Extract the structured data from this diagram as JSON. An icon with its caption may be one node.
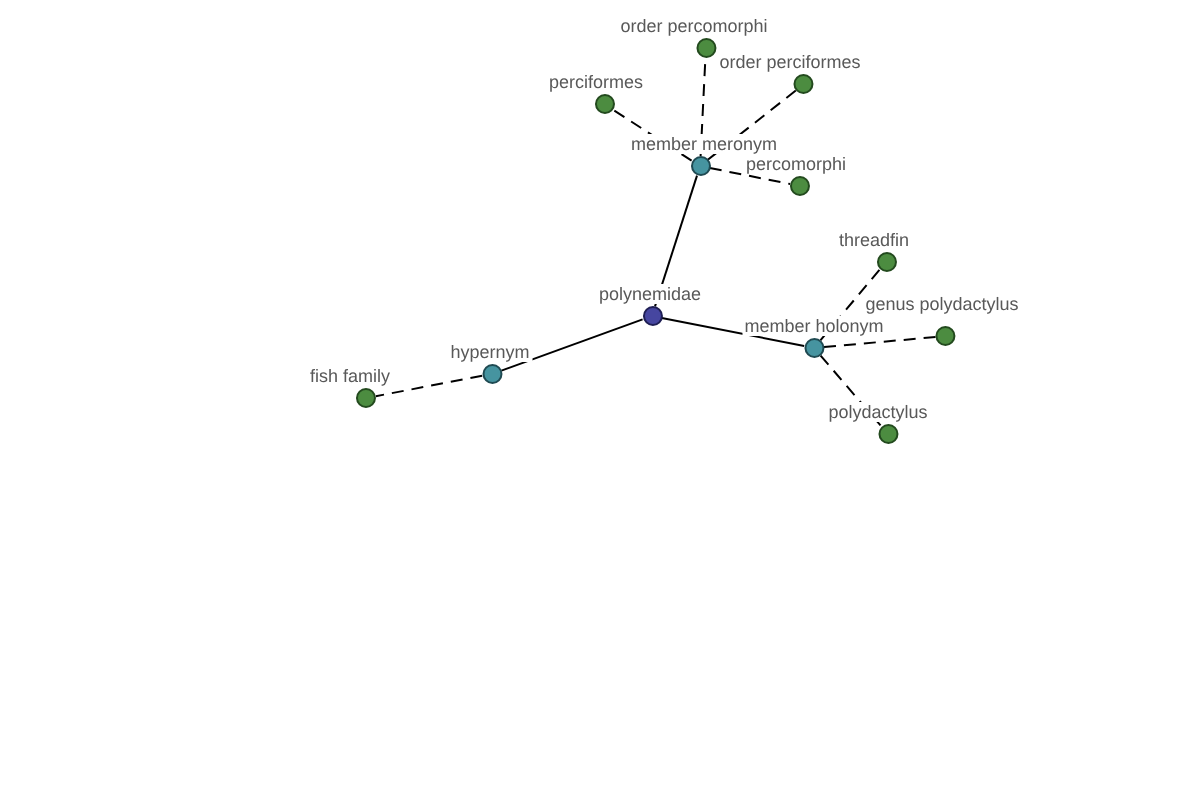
{
  "diagram": {
    "nodes": [
      {
        "text": [
          "polynemidae"
        ]
      },
      {
        "text": [
          "hypernym"
        ]
      },
      {
        "text": [
          "fish family"
        ]
      },
      {
        "text": [
          "member meronym"
        ]
      },
      {
        "text": [
          "perciformes"
        ]
      },
      {
        "text": [
          "order percomorphi"
        ]
      },
      {
        "text": [
          "order perciformes"
        ]
      },
      {
        "text": [
          "percomorphi"
        ]
      },
      {
        "text": [
          "member holonym"
        ]
      },
      {
        "text": [
          "threadfin"
        ]
      },
      {
        "text": [
          "genus polydactylus"
        ]
      },
      {
        "text": [
          "polydactylus"
        ]
      }
    ],
    "edges": [
      {
        "from": 0,
        "to": 1,
        "arrow": "none"
      },
      {
        "from": 1,
        "to": 2,
        "arrow": "none",
        "style": "dashed"
      },
      {
        "from": 0,
        "to": 3,
        "arrow": "none"
      },
      {
        "from": 3,
        "to": 4,
        "arrow": "none",
        "style": "dashed"
      },
      {
        "from": 3,
        "to": 5,
        "arrow": "none",
        "style": "dashed"
      },
      {
        "from": 3,
        "to": 6,
        "arrow": "none",
        "style": "dashed"
      },
      {
        "from": 3,
        "to": 7,
        "arrow": "none",
        "style": "dashed"
      },
      {
        "from": 0,
        "to": 8,
        "arrow": "none"
      },
      {
        "from": 8,
        "to": 9,
        "arrow": "none",
        "style": "dashed"
      },
      {
        "from": 8,
        "to": 10,
        "arrow": "none",
        "style": "dashed"
      },
      {
        "from": 8,
        "to": 11,
        "arrow": "none",
        "style": "dashed"
      }
    ]
  }
}
